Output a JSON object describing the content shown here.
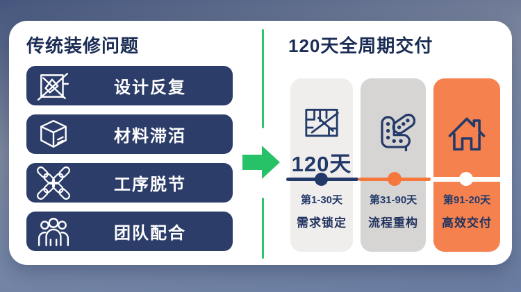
{
  "colors": {
    "background_top": "#45567d",
    "background_bottom": "#697ca1",
    "card": "#ffffff",
    "pill_navy": "#2c3d69",
    "title_navy": "#1b2d55",
    "icon_navy": "#233a69",
    "accent_green": "#2ec46f",
    "column_light_gray": "#efeeec",
    "column_gray": "#d7d5d3",
    "column_orange": "#f5814f",
    "timeline_orange": "#f5773c"
  },
  "left_panel": {
    "title": "传统装修问题",
    "items": [
      {
        "label": "设计反复",
        "icon": "design-rework-icon"
      },
      {
        "label": "材料滞洦",
        "icon": "material-box-icon"
      },
      {
        "label": "工序脱节",
        "icon": "broken-chain-icon"
      },
      {
        "label": "团队配合",
        "icon": "team-icon"
      }
    ]
  },
  "divider": {
    "icon": "right-arrow-icon"
  },
  "right_panel": {
    "title": "120天全周期交付",
    "phases": [
      {
        "big_label": "120天",
        "range": "第1-30天",
        "label": "需求锁定",
        "icon": "blueprint-icon"
      },
      {
        "range": "第31-90天",
        "label": "流程重构",
        "icon": "process-icon"
      },
      {
        "range": "第91-20天",
        "label": "高效交付",
        "icon": "house-icon"
      }
    ]
  }
}
